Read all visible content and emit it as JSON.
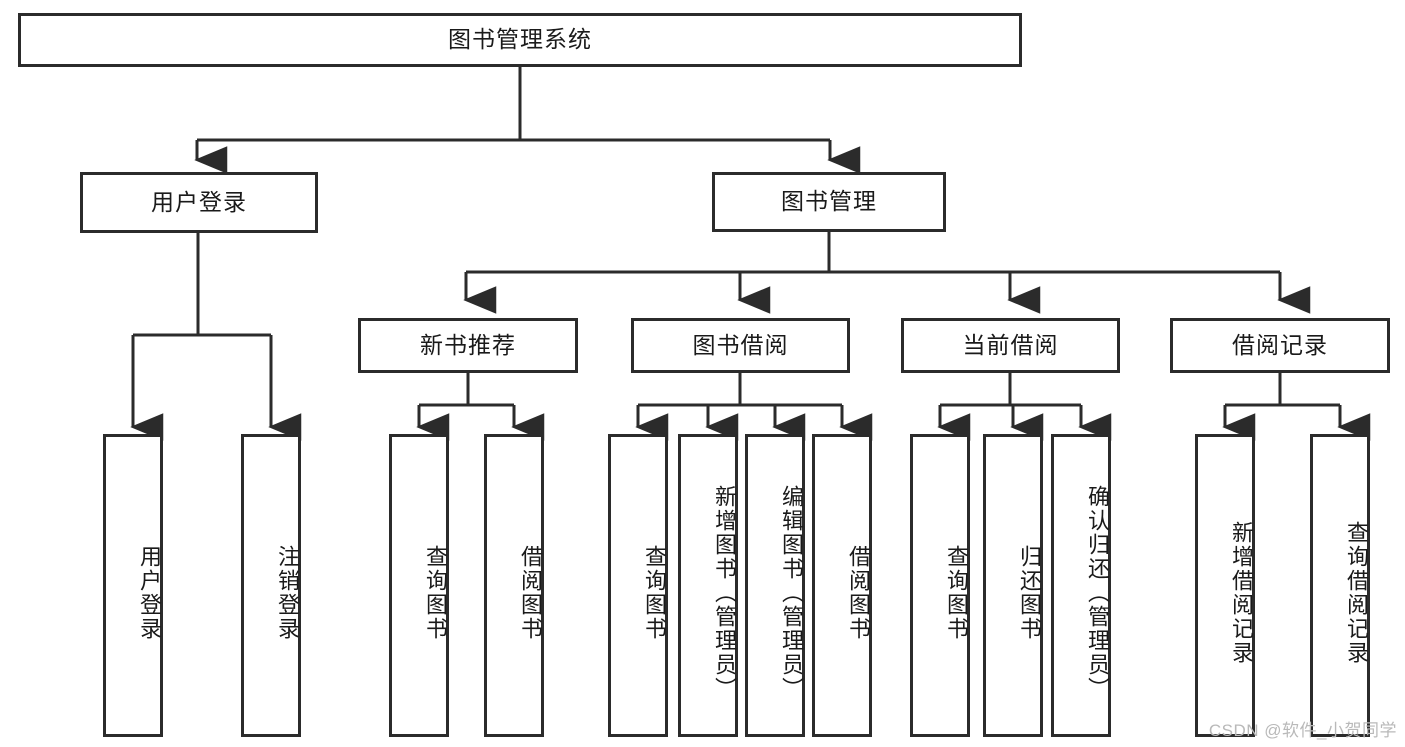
{
  "diagram": {
    "title": "图书管理系统",
    "watermark": "CSDN @软件_小贺同学",
    "colors": {
      "stroke": "#2b2b2b",
      "fill": "#ffffff",
      "text": "#1a1a1a",
      "watermark": "#b9b9b9"
    },
    "root": {
      "label": "图书管理系统"
    },
    "level1": [
      {
        "label": "用户登录"
      },
      {
        "label": "图书管理"
      }
    ],
    "level2": [
      {
        "label": "新书推荐"
      },
      {
        "label": "图书借阅"
      },
      {
        "label": "当前借阅"
      },
      {
        "label": "借阅记录"
      }
    ],
    "leaves": {
      "user_login": [
        {
          "label": "用户登录"
        },
        {
          "label": "注销登录"
        }
      ],
      "new_book_recommend": [
        {
          "label": "查询图书"
        },
        {
          "label": "借阅图书"
        }
      ],
      "book_borrow": [
        {
          "label": "查询图书"
        },
        {
          "label": "新增图书（管理员）"
        },
        {
          "label": "编辑图书（管理员）"
        },
        {
          "label": "借阅图书"
        }
      ],
      "current_borrow": [
        {
          "label": "查询图书"
        },
        {
          "label": "归还图书"
        },
        {
          "label": "确认归还（管理员）"
        }
      ],
      "borrow_record": [
        {
          "label": "新增借阅记录"
        },
        {
          "label": "查询借阅记录"
        }
      ]
    }
  }
}
